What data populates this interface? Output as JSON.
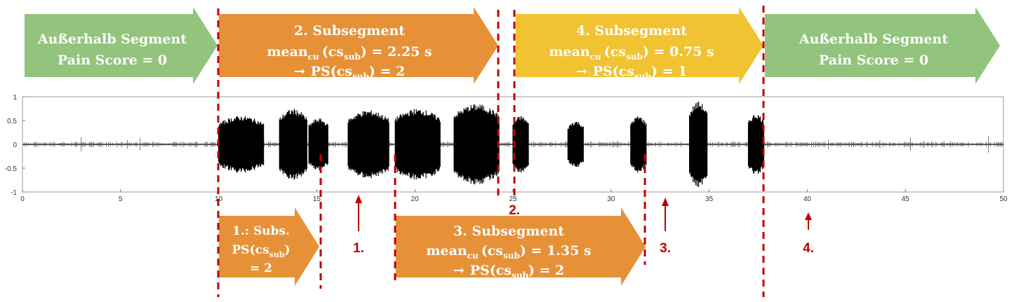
{
  "colors": {
    "green": "#93c47d",
    "orange": "#e69138",
    "yellow": "#f1c232",
    "marker": "#c00000",
    "signal_dense": "#000000",
    "signal_noise": "#7f7f7f"
  },
  "segments": {
    "outside_left": {
      "line1": "Außerhalb Segment",
      "line2": "Pain Score = 0"
    },
    "sub2": {
      "title": "2. Subsegment",
      "mean_label": "mean",
      "mean_sub": "cu",
      "cs": "(cs",
      "cs_sub": "sub",
      "mean_value": ") = 2.25 s",
      "ps_arrow": "→",
      "ps": "PS(cs",
      "ps_sub": "sub",
      "ps_value": ") = 2"
    },
    "sub4": {
      "title": "4. Subsegment",
      "mean_label": "mean",
      "mean_sub": "cu",
      "cs": "(cs",
      "cs_sub": "sub",
      "mean_value": ") = 0.75 s",
      "ps_arrow": "→",
      "ps": "PS(cs",
      "ps_sub": "sub",
      "ps_value": ") = 1"
    },
    "outside_right": {
      "line1": "Außerhalb Segment",
      "line2": "Pain Score = 0"
    },
    "sub1": {
      "line1": "1.: Subs.",
      "ps": "PS(cs",
      "ps_sub": "sub",
      "ps_close": ")",
      "ps_value": "= 2"
    },
    "sub3": {
      "title": "3. Subsegment",
      "mean_label": "mean",
      "mean_sub": "cu",
      "cs": "(cs",
      "cs_sub": "sub",
      "mean_value": ") = 1.35 s",
      "ps_arrow": "→",
      "ps": "PS(cs",
      "ps_sub": "sub",
      "ps_value": ") = 2"
    }
  },
  "markers": [
    "1.",
    "2.",
    "3.",
    "4."
  ],
  "chart_data": {
    "type": "line",
    "xlim": [
      0,
      50
    ],
    "ylim": [
      -1,
      1
    ],
    "x_ticks": [
      0,
      5,
      10,
      15,
      20,
      25,
      30,
      35,
      40,
      45,
      50
    ],
    "y_ticks": [
      1,
      0.5,
      0,
      -0.5,
      -1
    ],
    "grid": false,
    "bursts": [
      {
        "start": 10.0,
        "end": 12.3,
        "amp": 0.6
      },
      {
        "start": 13.1,
        "end": 14.5,
        "amp": 0.75
      },
      {
        "start": 14.6,
        "end": 15.6,
        "amp": 0.55
      },
      {
        "start": 16.6,
        "end": 18.7,
        "amp": 0.72
      },
      {
        "start": 19.0,
        "end": 21.3,
        "amp": 0.75
      },
      {
        "start": 22.0,
        "end": 24.3,
        "amp": 0.85
      },
      {
        "start": 25.0,
        "end": 25.8,
        "amp": 0.6
      },
      {
        "start": 27.8,
        "end": 28.6,
        "amp": 0.5
      },
      {
        "start": 31.0,
        "end": 31.8,
        "amp": 0.6
      },
      {
        "start": 34.0,
        "end": 34.9,
        "amp": 0.9
      },
      {
        "start": 37.0,
        "end": 37.8,
        "amp": 0.65
      }
    ],
    "segment_boundaries": [
      10.0,
      15.5,
      19.0,
      24.2,
      24.8,
      31.9,
      37.6
    ]
  }
}
